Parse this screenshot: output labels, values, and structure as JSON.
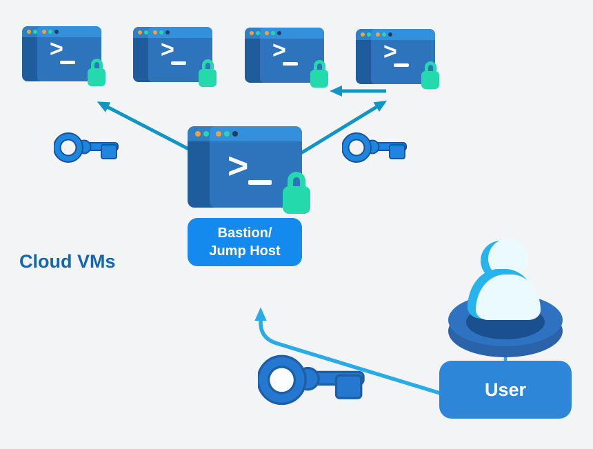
{
  "title": "Bastion / Jump Host secure access diagram",
  "labels": {
    "cloud_vms": "Cloud VMs",
    "bastion": {
      "line1": "Bastion/",
      "line2": "Jump Host"
    },
    "user": "User"
  },
  "terminal": {
    "prompt_chevron": ">",
    "prompt_cursor": "_",
    "prompt": ">_"
  },
  "icons": {
    "vm_terminal": "terminal-window-icon",
    "bastion_terminal": "terminal-window-icon",
    "padlock": "padlock-icon",
    "key": "key-icon",
    "person": "user-icon",
    "pedestal": "pedestal-disc-icon"
  },
  "connections": [
    {
      "from": "bastion-terminal",
      "to": "vm-terminal-1",
      "style": "teal-arrow"
    },
    {
      "from": "bastion-terminal",
      "to": "vm-terminal-4",
      "style": "teal-arrow"
    },
    {
      "from": "vm-terminal-4",
      "to": "vm-terminal-3",
      "style": "teal-arrow-left"
    },
    {
      "from": "user-box",
      "to": "bastion-label",
      "style": "cyan-curved-arrow"
    },
    {
      "from": "pedestal",
      "to": "user-box",
      "style": "cyan-line"
    }
  ],
  "colors": {
    "background": "#f3f4f6",
    "terminal_back": "#1f5c9b",
    "terminal_back_titlebar": "#2e7fc4",
    "terminal_front": "#2e74bd",
    "terminal_front_titlebar": "#3590dc",
    "dot_orange": "#f2a138",
    "dot_teal": "#2ad4ad",
    "dot_navy": "#1c3f63",
    "lock_green": "#24d9ac",
    "arrow_teal": "#1195c4",
    "arrow_cyan": "#29abe8",
    "key_blue": "#1f86e0",
    "key_outline": "#17549b",
    "big_key_blue": "#2478cf",
    "big_key_outline": "#1c5fa6",
    "bastion_badge_blue": "#1489ee",
    "user_box_blue": "#2e86d8",
    "disc_top": "#2e72c1",
    "disc_side": "#2a63a9",
    "disc_inner": "#1a4f90",
    "person_light": "#eafafe",
    "person_cyan": "#27b4ec",
    "cloud_vms_text": "#1465b0"
  }
}
